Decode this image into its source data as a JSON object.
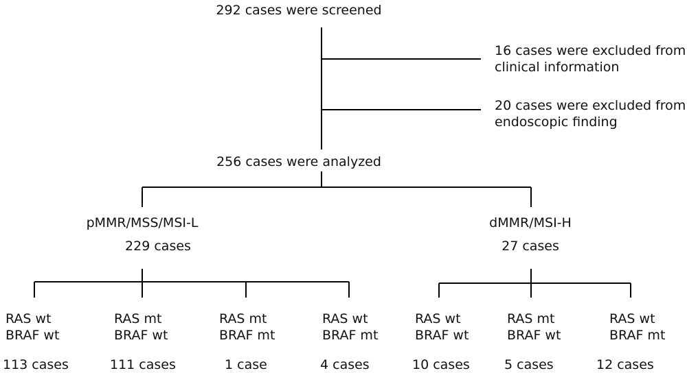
{
  "screened": "292 cases were screened",
  "exclusions": [
    {
      "line1": "16 cases were excluded from",
      "line2": "clinical information"
    },
    {
      "line1": "20 cases were excluded from",
      "line2": "endoscopic finding"
    }
  ],
  "analyzed": "256 cases were analyzed",
  "groups": [
    {
      "name": "pMMR/MSS/MSI-L",
      "count": "229 cases"
    },
    {
      "name": "dMMR/MSI-H",
      "count": "27 cases"
    }
  ],
  "subgroups": [
    {
      "ras": "RAS wt",
      "braf": "BRAF wt",
      "count": "113 cases"
    },
    {
      "ras": "RAS mt",
      "braf": "BRAF wt",
      "count": "111 cases"
    },
    {
      "ras": "RAS mt",
      "braf": "BRAF mt",
      "count": "1 case"
    },
    {
      "ras": "RAS wt",
      "braf": "BRAF mt",
      "count": "4 cases"
    },
    {
      "ras": "RAS wt",
      "braf": "BRAF wt",
      "count": "10 cases"
    },
    {
      "ras": "RAS mt",
      "braf": "BRAF wt",
      "count": "5 cases"
    },
    {
      "ras": "RAS wt",
      "braf": "BRAF mt",
      "count": "12 cases"
    }
  ]
}
